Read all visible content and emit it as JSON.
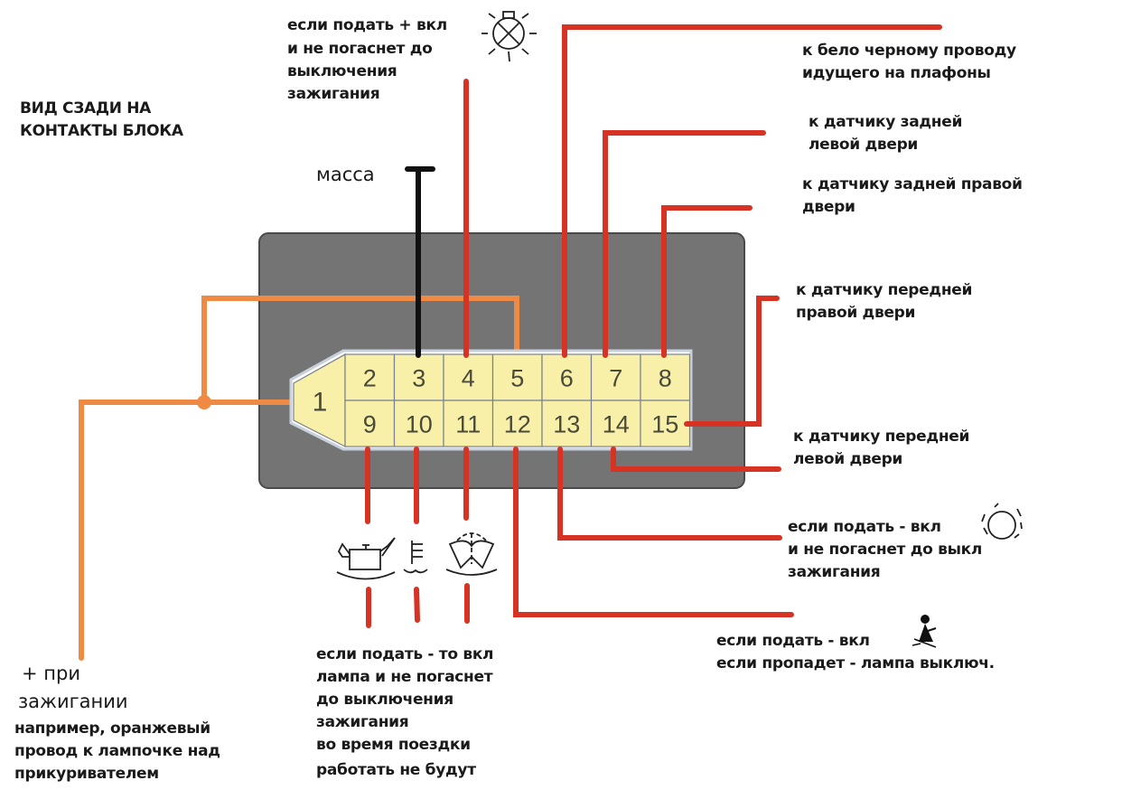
{
  "title": [
    "ВИД СЗАДИ НА",
    "КОНТАКТЫ БЛОКА"
  ],
  "colors": {
    "red_wire": "#d63324",
    "orange_wire": "#ef8a45",
    "ground_wire": "#111111",
    "block_body": "#747474",
    "pin_fill": "#f8efa8"
  },
  "connector": {
    "top_row": [
      "2",
      "3",
      "4",
      "5",
      "6",
      "7",
      "8"
    ],
    "bottom_row": [
      "9",
      "10",
      "11",
      "12",
      "13",
      "14",
      "15"
    ],
    "key_pin": "1"
  },
  "labels": {
    "ground": "масса",
    "pin4": [
      "если подать + вкл",
      "и не погаснет до",
      "выключения",
      "зажигания"
    ],
    "pin6": [
      "к бело черному проводу",
      "идущего на плафоны"
    ],
    "pin7": [
      "к датчику задней",
      "левой двери"
    ],
    "pin8": [
      "к датчику задней правой",
      "двери"
    ],
    "pin15": [
      "к датчику передней",
      "правой двери"
    ],
    "pin14": [
      "к датчику передней",
      "левой двери"
    ],
    "pin13": [
      "если подать - вкл",
      "и не погаснет до выкл",
      "зажигания"
    ],
    "pin12": [
      "если подать - вкл",
      "если пропадет - лампа выключ."
    ],
    "pins_9_11": [
      "если подать - то вкл",
      "лампа и не погаснет",
      "до выключения",
      "зажигания",
      "во время поездки",
      "работать не будут"
    ],
    "ignition_big": [
      "+ при",
      "зажигании"
    ],
    "ignition_note": [
      "например, оранжевый",
      "провод к лампочке над",
      "прикуривателем"
    ]
  },
  "icons": {
    "pin4": "bulb-warning-icon",
    "pin13": "sun-light-icon",
    "pin12": "seatbelt-person-icon",
    "pin9": "oil-can-icon",
    "pin10": "coolant-level-icon",
    "pin11": "washer-fluid-icon"
  }
}
